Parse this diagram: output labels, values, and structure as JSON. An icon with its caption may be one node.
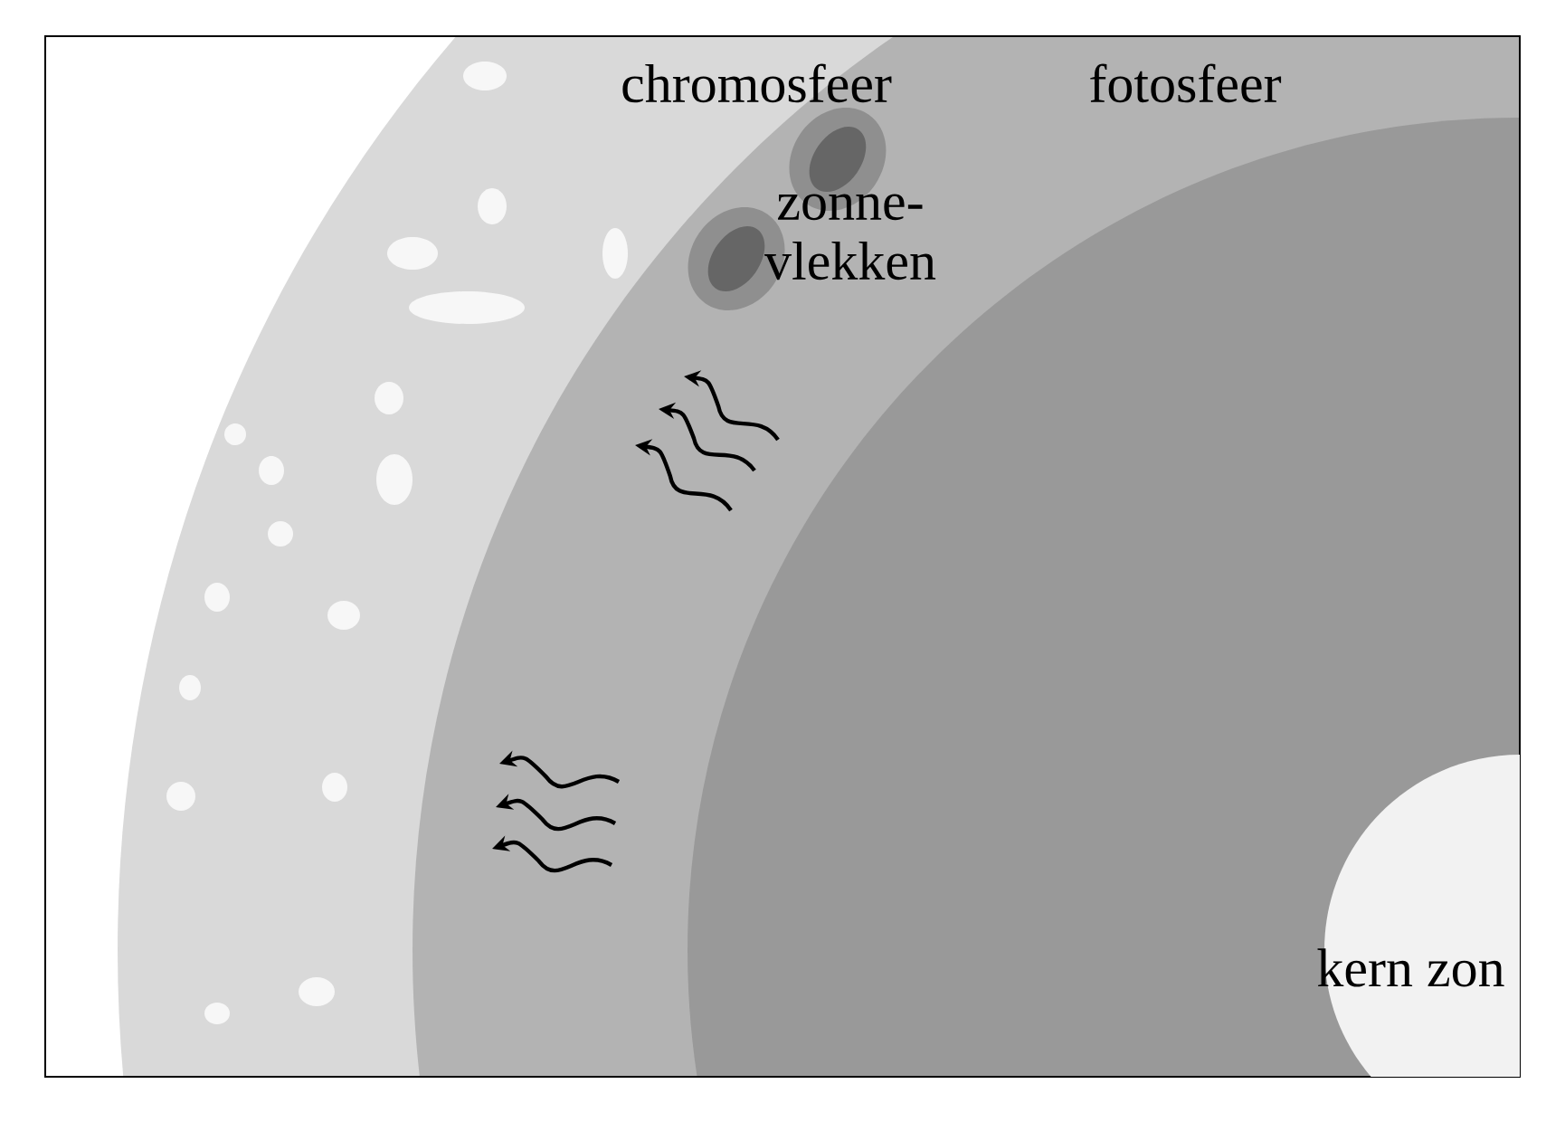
{
  "diagram": {
    "nodes": [
      {
        "text": [
          "kern zon"
        ]
      }
    ],
    "labels": [
      "chromosfeer",
      "fotosfeer",
      "zonne- vlekken"
    ]
  }
}
